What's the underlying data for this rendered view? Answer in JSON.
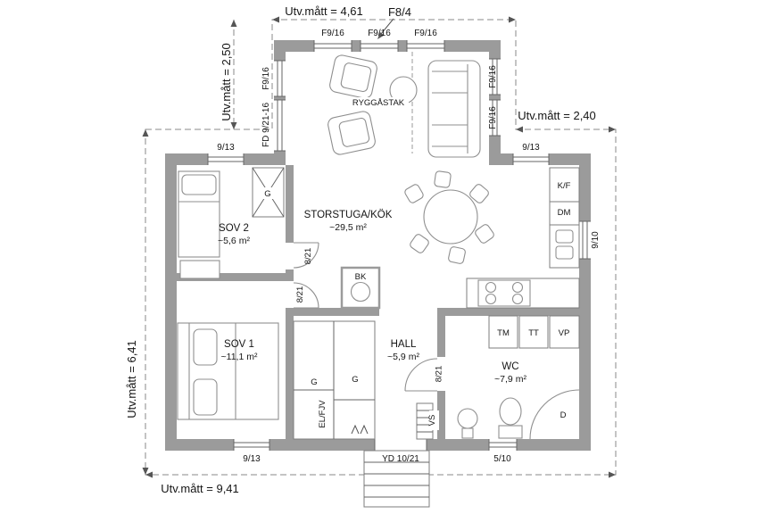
{
  "dims": {
    "top": "Utv.mått = 4,61",
    "bay_left": "Utv.mått = 2,50",
    "right": "Utv.mått = 2,40",
    "left": "Utv.mått = 6,41",
    "bottom": "Utv.mått = 9,41"
  },
  "openings": {
    "f8_4": "F8/4",
    "bay_top_w1": "F9/16",
    "bay_top_w2": "F9/16",
    "bay_top_w3": "F9/16",
    "bay_left_w": "F9/16",
    "bay_left_door": "FD 9/21-16",
    "bay_right_w1": "F9/16",
    "bay_right_w2": "F9/16",
    "top_left_w": "9/13",
    "top_right_w": "9/13",
    "right_w": "9/10",
    "bottom_left_w": "9/13",
    "entry_door": "YD 10/21",
    "bottom_right_w": "5/10",
    "door_sov2": "8/21",
    "door_sov1": "8/21",
    "door_wc": "8/21"
  },
  "rooms": {
    "sov2": {
      "name": "SOV 2",
      "area": "~5,6 m²"
    },
    "storstuga": {
      "name": "STORSTUGA/KÖK",
      "area": "~29,5 m²"
    },
    "sov1": {
      "name": "SOV 1",
      "area": "~11,1 m²"
    },
    "hall": {
      "name": "HALL",
      "area": "~5,9 m²"
    },
    "wc": {
      "name": "WC",
      "area": "~7,9 m²"
    }
  },
  "ann": {
    "ridge": "RYGGÅSTAK",
    "g_sov2": "G",
    "g_closet1": "G",
    "g_closet2": "G",
    "fridge": "K/F",
    "dishwasher": "DM",
    "washer": "TM",
    "dryer": "TT",
    "heatpump": "VP",
    "shower": "D",
    "stove": "BK",
    "utility": "EL/FJV",
    "vs": "VS"
  }
}
